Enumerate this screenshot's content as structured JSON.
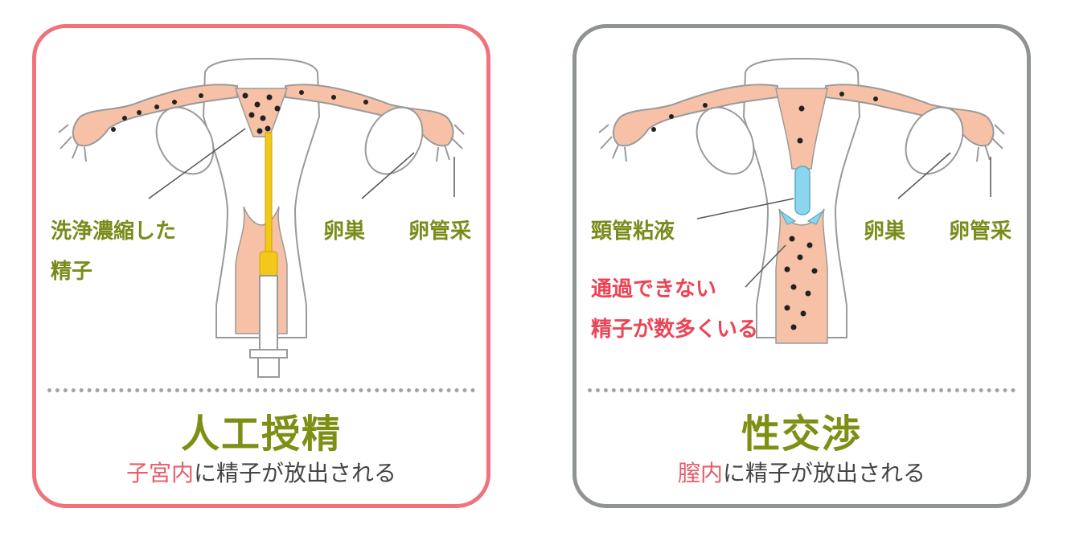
{
  "colors": {
    "left_border": "#f0737c",
    "right_border": "#8f9396",
    "title_green": "#7e8f14",
    "label_green": "#7a8b1a",
    "label_red": "#ec4454",
    "caption_highlight": "#ea5a68",
    "tissue_pink": "#f6c1a7",
    "mucus_blue": "#8ad6ec",
    "syringe_yellow": "#f2c81d"
  },
  "left_panel": {
    "title": "人工授精",
    "caption_highlight": "子宮内",
    "caption_rest": "に精子が放出される",
    "label_sperm_line1": "洗浄濃縮した",
    "label_sperm_line2": "精子",
    "label_ovary": "卵巣",
    "label_tube": "卵管采"
  },
  "right_panel": {
    "title": "性交渉",
    "caption_highlight": "膣内",
    "caption_rest": "に精子が放出される",
    "label_mucus": "頸管粘液",
    "label_blocked_line1": "通過できない",
    "label_blocked_line2": "精子が数多くいる",
    "label_ovary": "卵巣",
    "label_tube": "卵管采"
  }
}
